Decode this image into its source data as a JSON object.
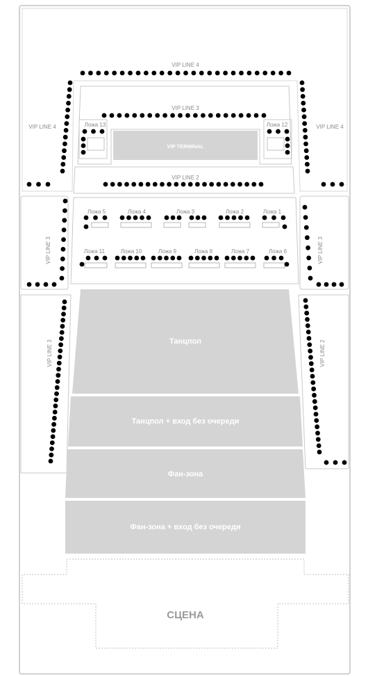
{
  "vip_lines": {
    "line4_top": "VIP LINE 4",
    "line4_left": "VIP LINE 4",
    "line4_right": "VIP LINE 4",
    "line3_top": "VIP LINE 3",
    "line3_left_mid": "VIP LINE 3",
    "line3_right_mid": "VIP LINE 3",
    "line3_left_low": "VIP LINE 3",
    "line2_top": "VIP LINE 2",
    "line2_right_low": "VIP LINE 2"
  },
  "lodges": {
    "l1": "Ложа 1",
    "l2": "Ложа 2",
    "l3": "Ложа 3",
    "l4": "Ложа 4",
    "l5": "Ложа 5",
    "l6": "Ложа 6",
    "l7": "Ложа 7",
    "l8": "Ложа 8",
    "l9": "Ложа 9",
    "l10": "Ложа 10",
    "l11": "Ложа 11",
    "l12": "Ложа 12",
    "l13": "Ложа 13"
  },
  "zones": {
    "vip_terminal": "VIP TERMINAL",
    "dance_floor": "Танцпол",
    "dance_floor_fast": "Танцпол + вход без очереди",
    "fan_zone": "Фан-зона",
    "fan_zone_fast": "Фан-зона + вход без очереди",
    "stage": "СЦЕНА"
  },
  "colors": {
    "zone_fill": "#d4d4d4",
    "seat": "#000000",
    "outline": "#b5b5b5"
  }
}
